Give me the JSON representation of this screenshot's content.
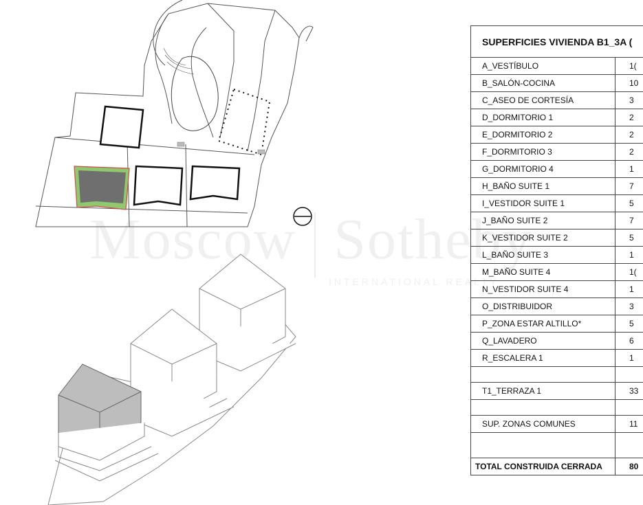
{
  "table": {
    "title": "SUPERFICIES VIVIENDA B1_3A (",
    "rows": [
      {
        "label": "A_VESTÍBULO",
        "value": "1("
      },
      {
        "label": "B_SALÓN-COCINA",
        "value": "10"
      },
      {
        "label": "C_ASEO DE CORTESÍA",
        "value": "3"
      },
      {
        "label": "D_DORMITORIO 1",
        "value": "2"
      },
      {
        "label": "E_DORMITORIO 2",
        "value": "2"
      },
      {
        "label": "F_DORMITORIO 3",
        "value": "2"
      },
      {
        "label": "G_DORMITORIO 4",
        "value": "1"
      },
      {
        "label": "H_BAÑO SUITE 1",
        "value": "7"
      },
      {
        "label": "I_VESTIDOR SUITE 1",
        "value": "5"
      },
      {
        "label": "J_BAÑO SUITE 2",
        "value": "7"
      },
      {
        "label": "K_VESTIDOR SUITE 2",
        "value": "5"
      },
      {
        "label": "L_BAÑO SUITE 3",
        "value": "1"
      },
      {
        "label": "M_BAÑO SUITE 4",
        "value": "1("
      },
      {
        "label": "N_VESTIDOR SUITE 4",
        "value": "1"
      },
      {
        "label": "O_DISTRIBUIDOR",
        "value": "3"
      },
      {
        "label": "P_ZONA ESTAR ALTILLO*",
        "value": "5"
      },
      {
        "label": "Q_LAVADERO",
        "value": "6"
      },
      {
        "label": "R_ESCALERA 1",
        "value": "1"
      }
    ],
    "terrace": {
      "label": "T1_TERRAZA 1",
      "value": "33"
    },
    "common": {
      "label": "SUP. ZONAS COMUNES",
      "value": "11"
    },
    "total": {
      "label": "TOTAL CONSTRUIDA CERRADA",
      "value": "80"
    }
  },
  "watermark": {
    "brand": "Moscow",
    "brand2": "Sotheby",
    "sub": "INTERNATIONAL REALTY"
  },
  "colors": {
    "highlight_fill": "#6f6f6f",
    "highlight_border": "#8fc86e",
    "highlight_outline": "#d24a4a",
    "line": "#222222",
    "shade": "#bdbdbd"
  }
}
